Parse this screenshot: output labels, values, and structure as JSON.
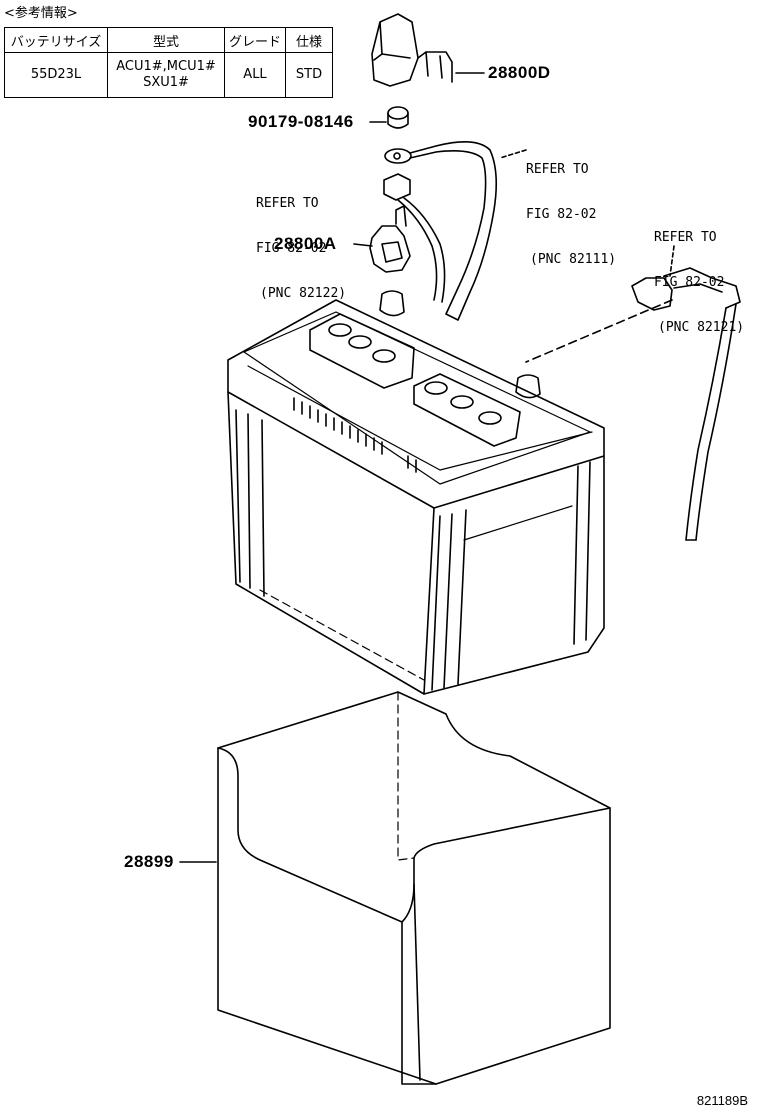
{
  "reference_info": {
    "title": "<参考情報>",
    "headers": [
      "バッテリサイズ",
      "型式",
      "グレード",
      "仕様"
    ],
    "row": {
      "battery_size": "55D23L",
      "model_line1": "ACU1#,MCU1#",
      "model_line2": "SXU1#",
      "grade": "ALL",
      "spec": "STD"
    }
  },
  "part_labels": {
    "clamp_cover": "28800D",
    "terminal_nut": "90179-08146",
    "terminal_clamp": "28800A",
    "battery_tray": "28899"
  },
  "refer_notes": {
    "top": {
      "line1": "REFER TO",
      "line2": "FIG 82-02",
      "line3": "(PNC 82111)"
    },
    "left": {
      "line1": "REFER TO",
      "line2": "FIG 82-02",
      "line3": "(PNC 82122)"
    },
    "right": {
      "line1": "REFER TO",
      "line2": "FIG 82-02",
      "line3": "(PNC 82121)"
    }
  },
  "figure_code": "821189B"
}
